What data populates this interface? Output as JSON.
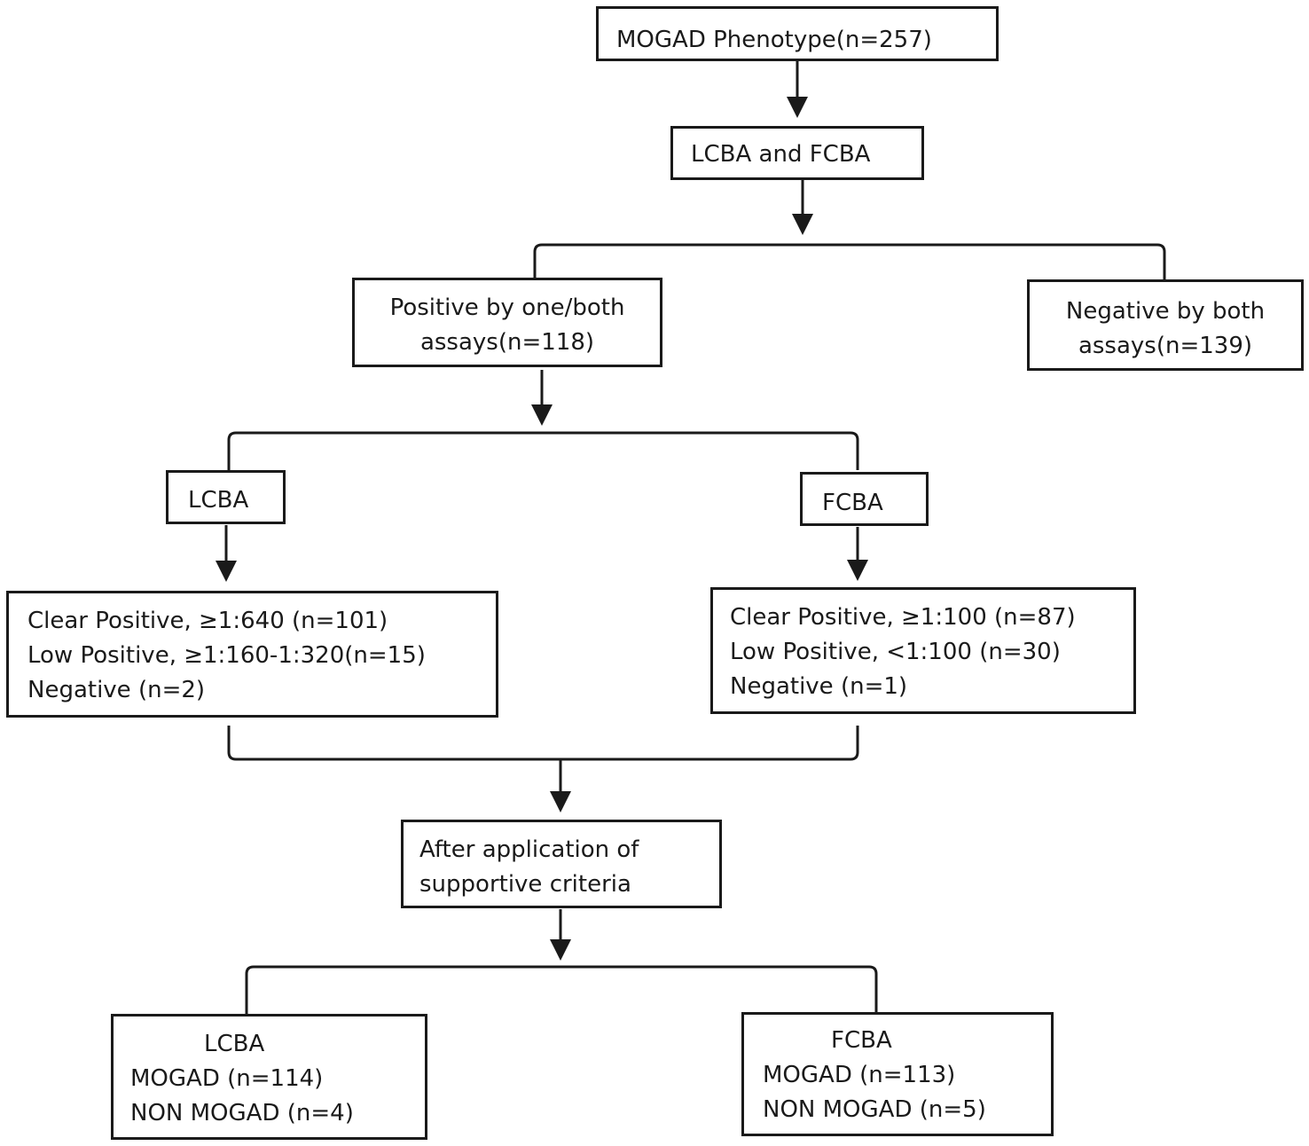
{
  "nodes": {
    "phenotype": {
      "text": "MOGAD Phenotype(n=257)"
    },
    "assays": {
      "text": "LCBA and FCBA"
    },
    "positive": {
      "lines": [
        "Positive by one/both",
        "assays(n=118)"
      ]
    },
    "negative": {
      "lines": [
        "Negative by both",
        "assays(n=139)"
      ]
    },
    "lcba": {
      "text": "LCBA"
    },
    "fcba": {
      "text": "FCBA"
    },
    "lcba_results": {
      "lines": [
        "Clear Positive, ≥1:640  (n=101)",
        "Low Positive, ≥1:160-1:320(n=15)",
        "Negative (n=2)"
      ]
    },
    "fcba_results": {
      "lines": [
        "Clear Positive, ≥1:100  (n=87)",
        "Low Positive, <1:100  (n=30)",
        "Negative (n=1)"
      ]
    },
    "supportive": {
      "lines": [
        "After application of",
        "supportive criteria"
      ]
    },
    "lcba_final": {
      "lines": [
        "LCBA",
        "MOGAD (n=114)",
        "NON MOGAD (n=4)"
      ]
    },
    "fcba_final": {
      "lines": [
        "FCBA",
        "MOGAD (n=113)",
        "NON MOGAD (n=5)"
      ]
    }
  },
  "colors": {
    "stroke": "#1a1a1a",
    "background": "#ffffff"
  }
}
